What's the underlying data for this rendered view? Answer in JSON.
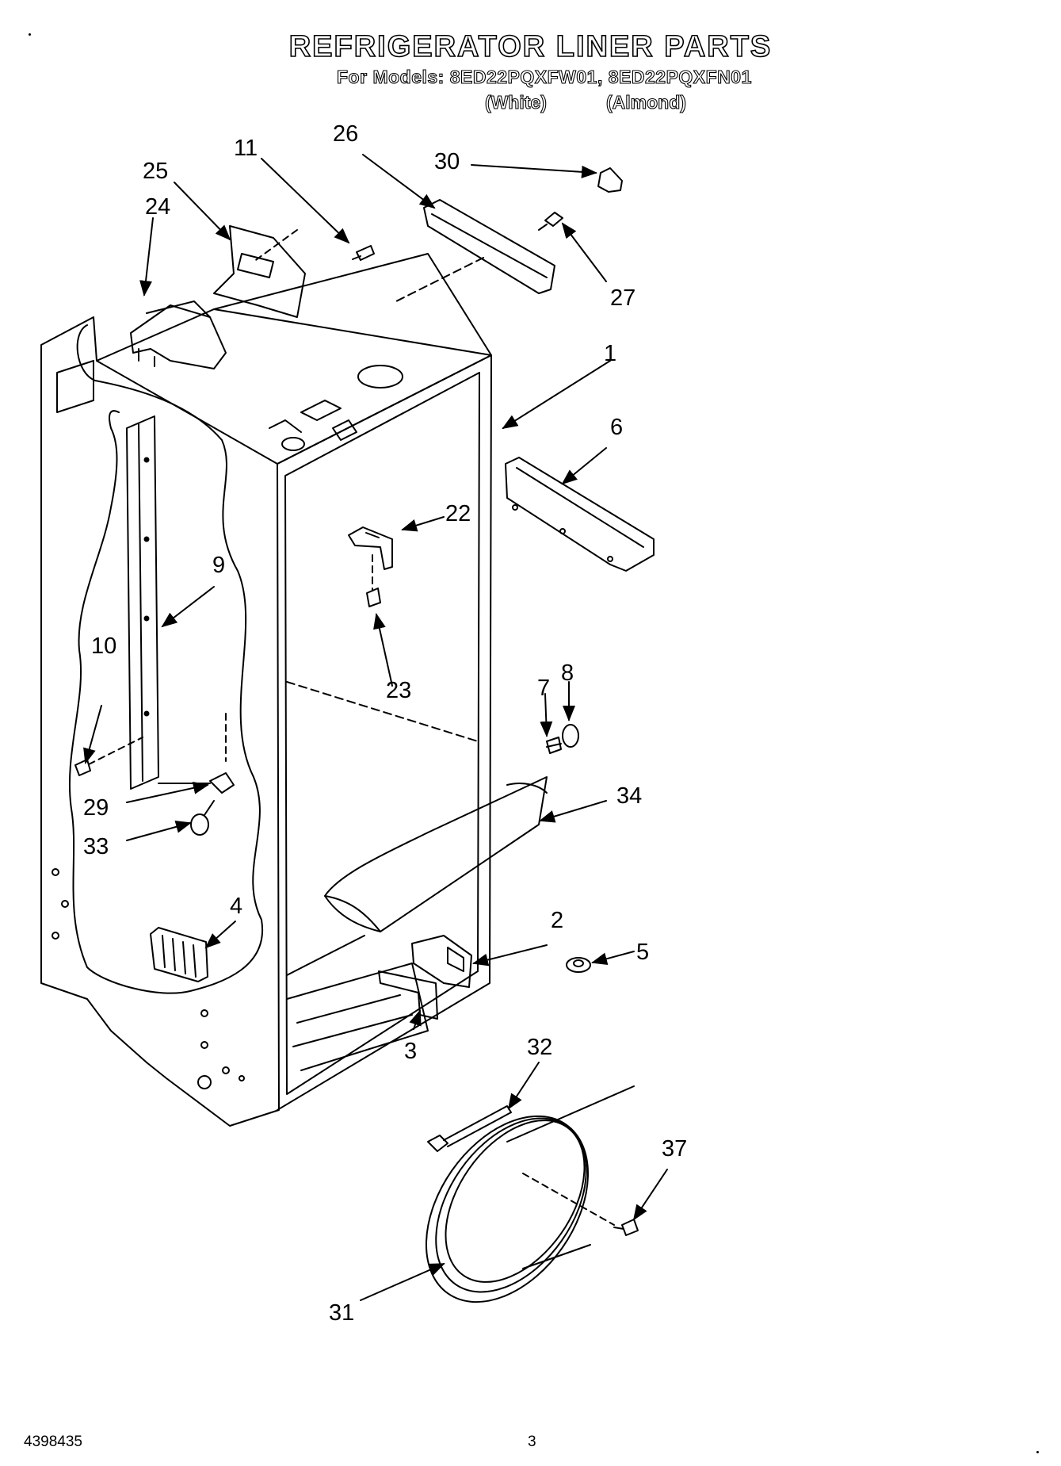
{
  "header": {
    "title": "REFRIGERATOR LINER PARTS",
    "models_line": "For Models: 8ED22PQXFW01, 8ED22PQXFN01",
    "variant_white": "(White)",
    "variant_almond": "(Almond)"
  },
  "callouts": {
    "c1": "1",
    "c2": "2",
    "c3": "3",
    "c4": "4",
    "c5": "5",
    "c6": "6",
    "c7": "7",
    "c8": "8",
    "c9": "9",
    "c10": "10",
    "c11": "11",
    "c22": "22",
    "c23": "23",
    "c24": "24",
    "c25": "25",
    "c26": "26",
    "c27": "27",
    "c29": "29",
    "c30": "30",
    "c31": "31",
    "c32": "32",
    "c33": "33",
    "c34": "34",
    "c37": "37"
  },
  "footer": {
    "doc_number": "4398435",
    "page_number": "3"
  }
}
